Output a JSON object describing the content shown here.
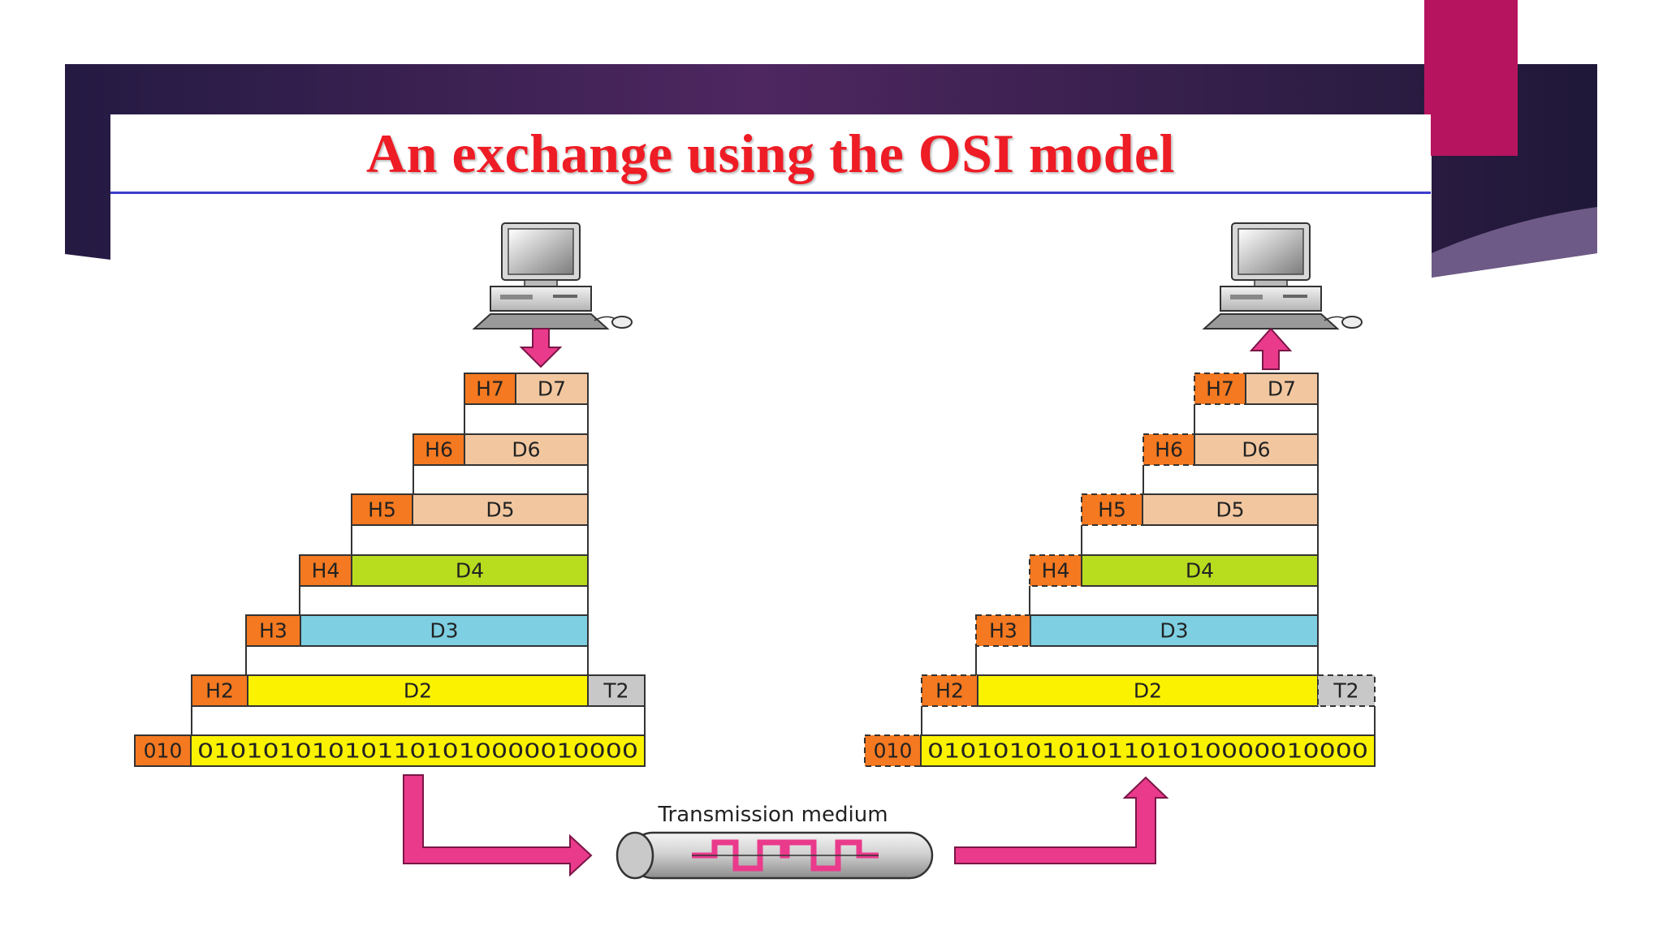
{
  "slide": {
    "title": "An exchange using the OSI model",
    "colors": {
      "title": "#ee1c25",
      "banner_dark": "#2b1a45",
      "banner_purple": "#5a2a5e",
      "accent_block": "#b7145f",
      "title_rule": "#3c3ccc"
    }
  },
  "diagram": {
    "sender": {
      "computer": "desktop-computer-icon",
      "arrow": "down-arrow",
      "layers": [
        {
          "header": "H7",
          "data": "D7"
        },
        {
          "header": "H6",
          "data": "D6"
        },
        {
          "header": "H5",
          "data": "D5"
        },
        {
          "header": "H4",
          "data": "D4"
        },
        {
          "header": "H3",
          "data": "D3"
        },
        {
          "header": "H2",
          "data": "D2",
          "trailer": "T2"
        }
      ],
      "bits_prefix": "010",
      "bits": "010101010101101010000010000"
    },
    "receiver": {
      "computer": "desktop-computer-icon",
      "arrow": "up-arrow",
      "layers": [
        {
          "header": "H7",
          "data": "D7"
        },
        {
          "header": "H6",
          "data": "D6"
        },
        {
          "header": "H5",
          "data": "D5"
        },
        {
          "header": "H4",
          "data": "D4"
        },
        {
          "header": "H3",
          "data": "D3"
        },
        {
          "header": "H2",
          "data": "D2",
          "trailer": "T2"
        }
      ],
      "bits_prefix": "010",
      "bits": "010101010101101010000010000"
    },
    "medium_label": "Transmission medium",
    "colors": {
      "header": "#f47920",
      "upper_data": "#f2c7a0",
      "transport_data": "#b8dc1e",
      "network_data": "#7ecfe2",
      "datalink_data": "#fbf200",
      "trailer": "#c8c8c8",
      "arrow": "#ea3a8c"
    }
  }
}
